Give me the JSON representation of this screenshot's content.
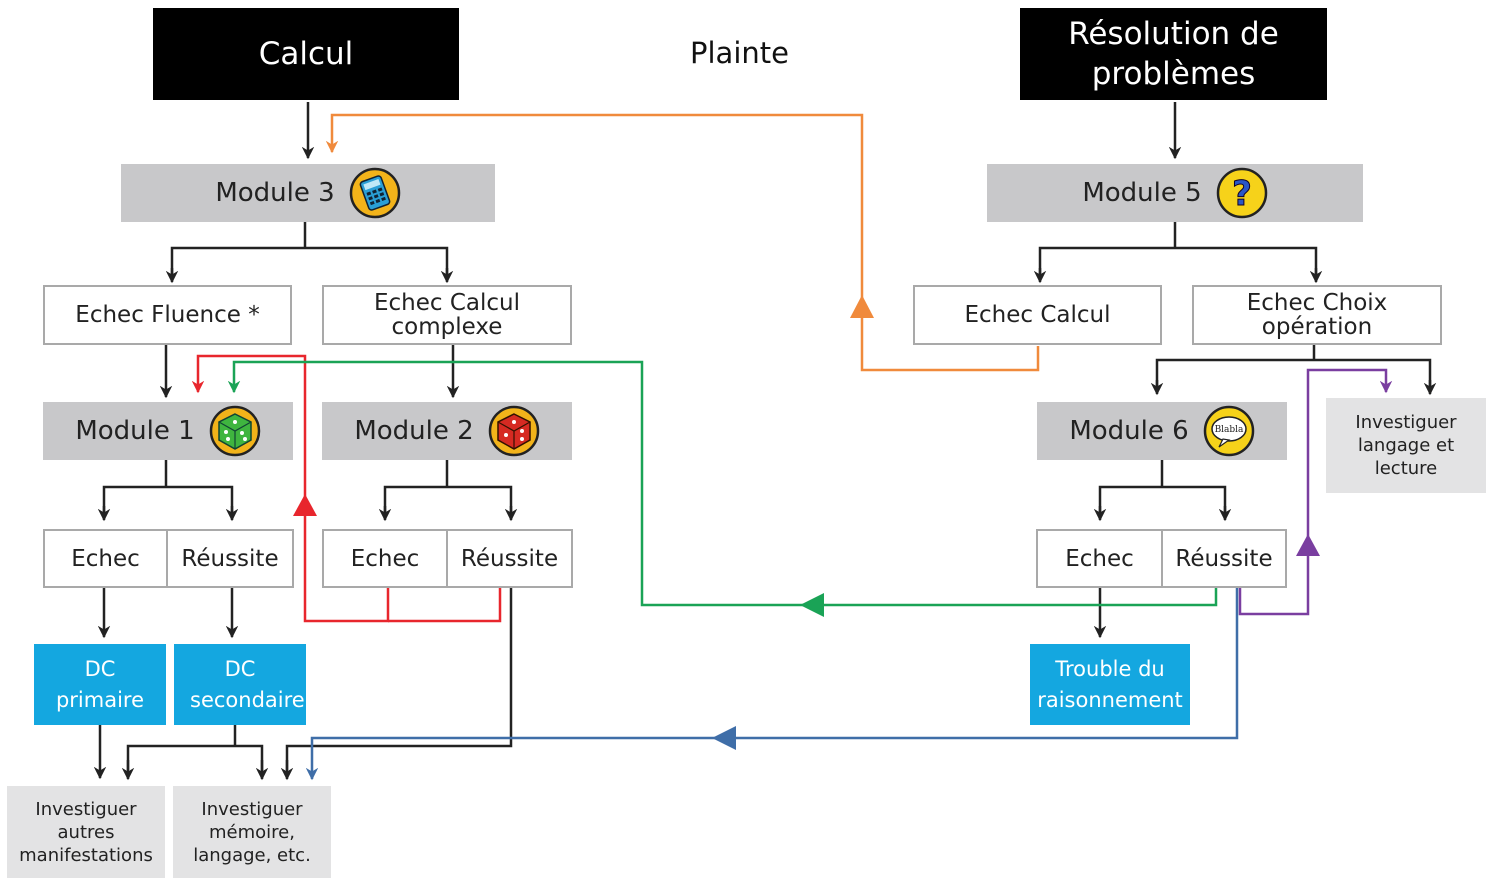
{
  "titles": {
    "calcul": "Calcul",
    "plainte": "Plainte",
    "resolution": "Résolution de problèmes"
  },
  "modules": {
    "m3": "Module 3",
    "m5": "Module 5",
    "m1": "Module 1",
    "m2": "Module 2",
    "m6": "Module 6"
  },
  "outcomes": {
    "echec_fluence": "Echec Fluence *",
    "echec_calcul_complexe": "Echec Calcul complexe",
    "echec_calcul": "Echec Calcul",
    "echec_choix_operation": "Echec Choix opération",
    "echec": "Echec",
    "reussite": "Réussite"
  },
  "results": {
    "dc_primaire": "DC primaire",
    "dc_secondaire": "DC secondaire",
    "trouble": "Trouble du raisonnement"
  },
  "investigate": {
    "langage_lecture": "Investiguer langage et lecture",
    "autres": "Investiguer autres manifestations",
    "memoire": "Investiguer mémoire, langage, etc."
  },
  "icons": {
    "m3": "calculator-icon",
    "m5": "question-mark-icon",
    "m1": "green-dice-icon",
    "m2": "red-dice-icon",
    "m6": "speech-bubble-icon",
    "bubble_text": "Blabla"
  },
  "colors": {
    "black_box": "#000000",
    "module_grey": "#c8c8ca",
    "result_blue": "#14a7e0",
    "investigate_grey": "#e3e3e4",
    "arrow_black": "#222222",
    "arrow_orange": "#f08a3c",
    "arrow_red": "#e8262d",
    "arrow_green": "#1aa356",
    "arrow_purple": "#7a3ea0",
    "arrow_blue": "#3f6ea8"
  }
}
